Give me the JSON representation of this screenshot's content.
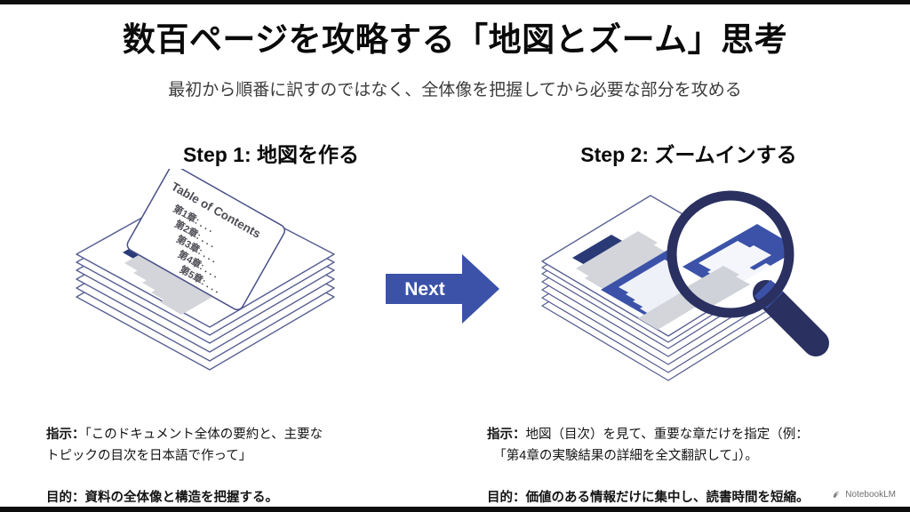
{
  "slide": {
    "title": "数百ページを攻略する「地図とズーム」思考",
    "subtitle": "最初から順番に訳すのではなく、全体像を把握してから必要な部分を攻める",
    "background_color": "#ffffff"
  },
  "steps": [
    {
      "heading": "Step 1: 地図を作る",
      "caption_instruction_label": "指示：",
      "caption_instruction_text": "「このドキュメント全体の要約と、主要な\nトピックの目次を日本語で作って」",
      "caption_purpose_label": "目的：",
      "caption_purpose_text": "資料の全体像と構造を把握する。",
      "illustration": "document-stack-with-toc-card"
    },
    {
      "heading": "Step 2: ズームインする",
      "caption_instruction_label": "指示：",
      "caption_instruction_text": "地図（目次）を見て、重要な章だけを指定（例：\n　「第4章の実験結果の詳細を全文翻訳して」）。",
      "caption_purpose_label": "目的：",
      "caption_purpose_text": "価値のある情報だけに集中し、読書時間を短縮。",
      "illustration": "document-stack-with-magnifier"
    }
  ],
  "toc_card": {
    "heading": "Table of Contents",
    "entries": [
      "第1章: . . .",
      "第2章: . . .",
      "第3章: . . .",
      "第4章: . . .",
      "第5章: . . ."
    ]
  },
  "arrow": {
    "label": "Next",
    "fill_color": "#3b52a8",
    "text_color": "#ffffff"
  },
  "colors": {
    "title": "#0a0a0a",
    "subtitle": "#3d3d3d",
    "accent_blue": "#3b52a8",
    "navy": "#2a3060",
    "paper": "#ffffff",
    "paper_edge": "#c3c7dd",
    "text_line_gray": "#d3d5da"
  },
  "watermark": {
    "label": "NotebookLM",
    "icon": "notebooklm-spark-icon"
  }
}
